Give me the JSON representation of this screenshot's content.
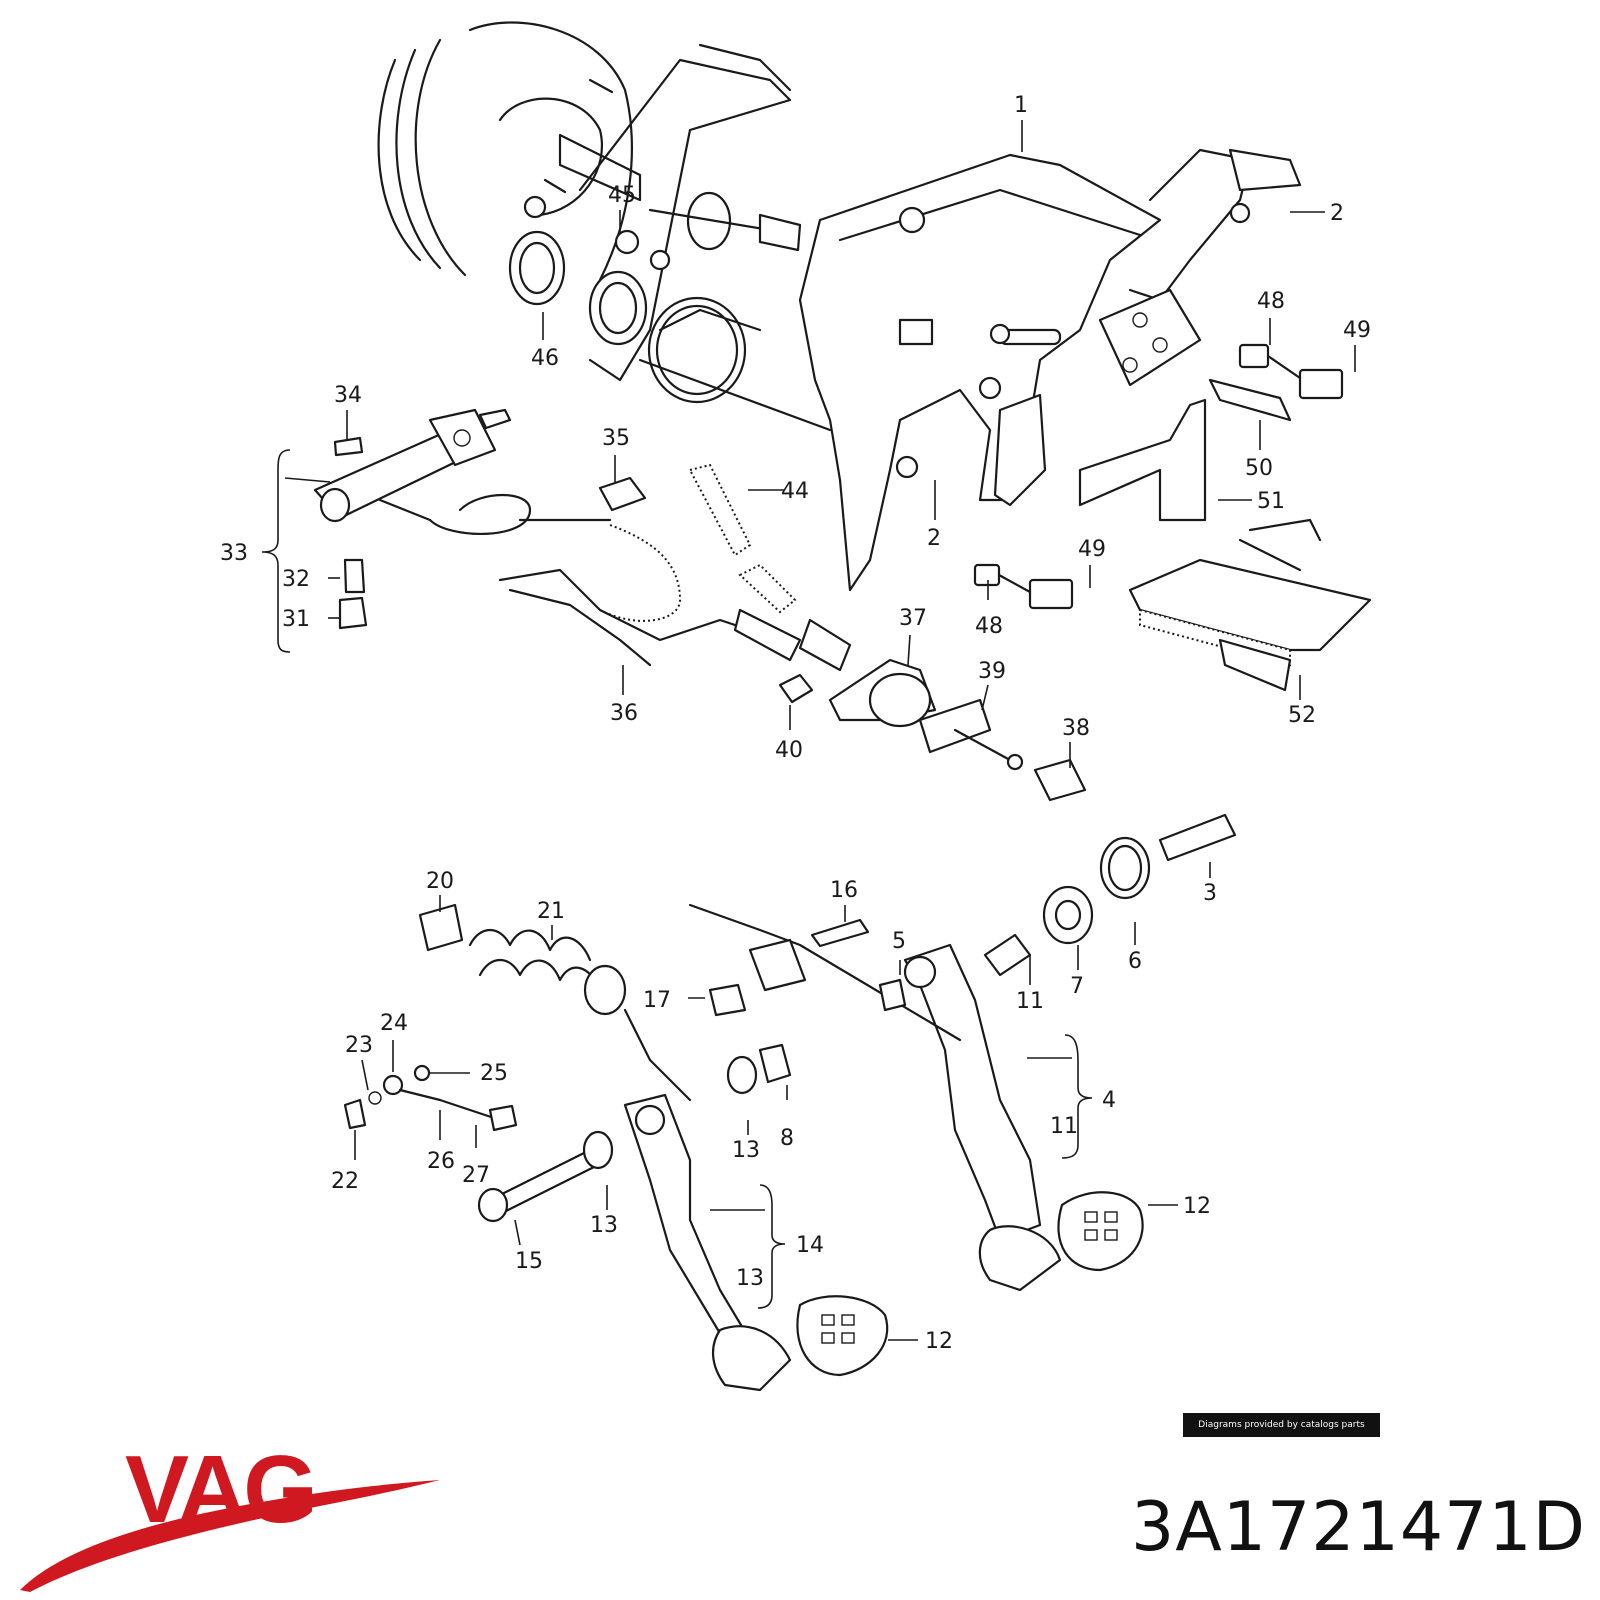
{
  "diagram": {
    "callouts": [
      "1",
      "2",
      "2",
      "3",
      "4",
      "5",
      "6",
      "7",
      "8",
      "11",
      "11",
      "12",
      "12",
      "13",
      "13",
      "13",
      "14",
      "15",
      "16",
      "17",
      "20",
      "21",
      "22",
      "23",
      "24",
      "25",
      "26",
      "27",
      "31",
      "32",
      "33",
      "34",
      "35",
      "36",
      "37",
      "38",
      "39",
      "40",
      "44",
      "45",
      "46",
      "48",
      "48",
      "49",
      "49",
      "50",
      "51",
      "52"
    ]
  },
  "credit": "Diagrams provided by catalogs parts",
  "brand": {
    "name": "VAG",
    "color": "#d01820"
  },
  "part_number": "3A1721471D"
}
